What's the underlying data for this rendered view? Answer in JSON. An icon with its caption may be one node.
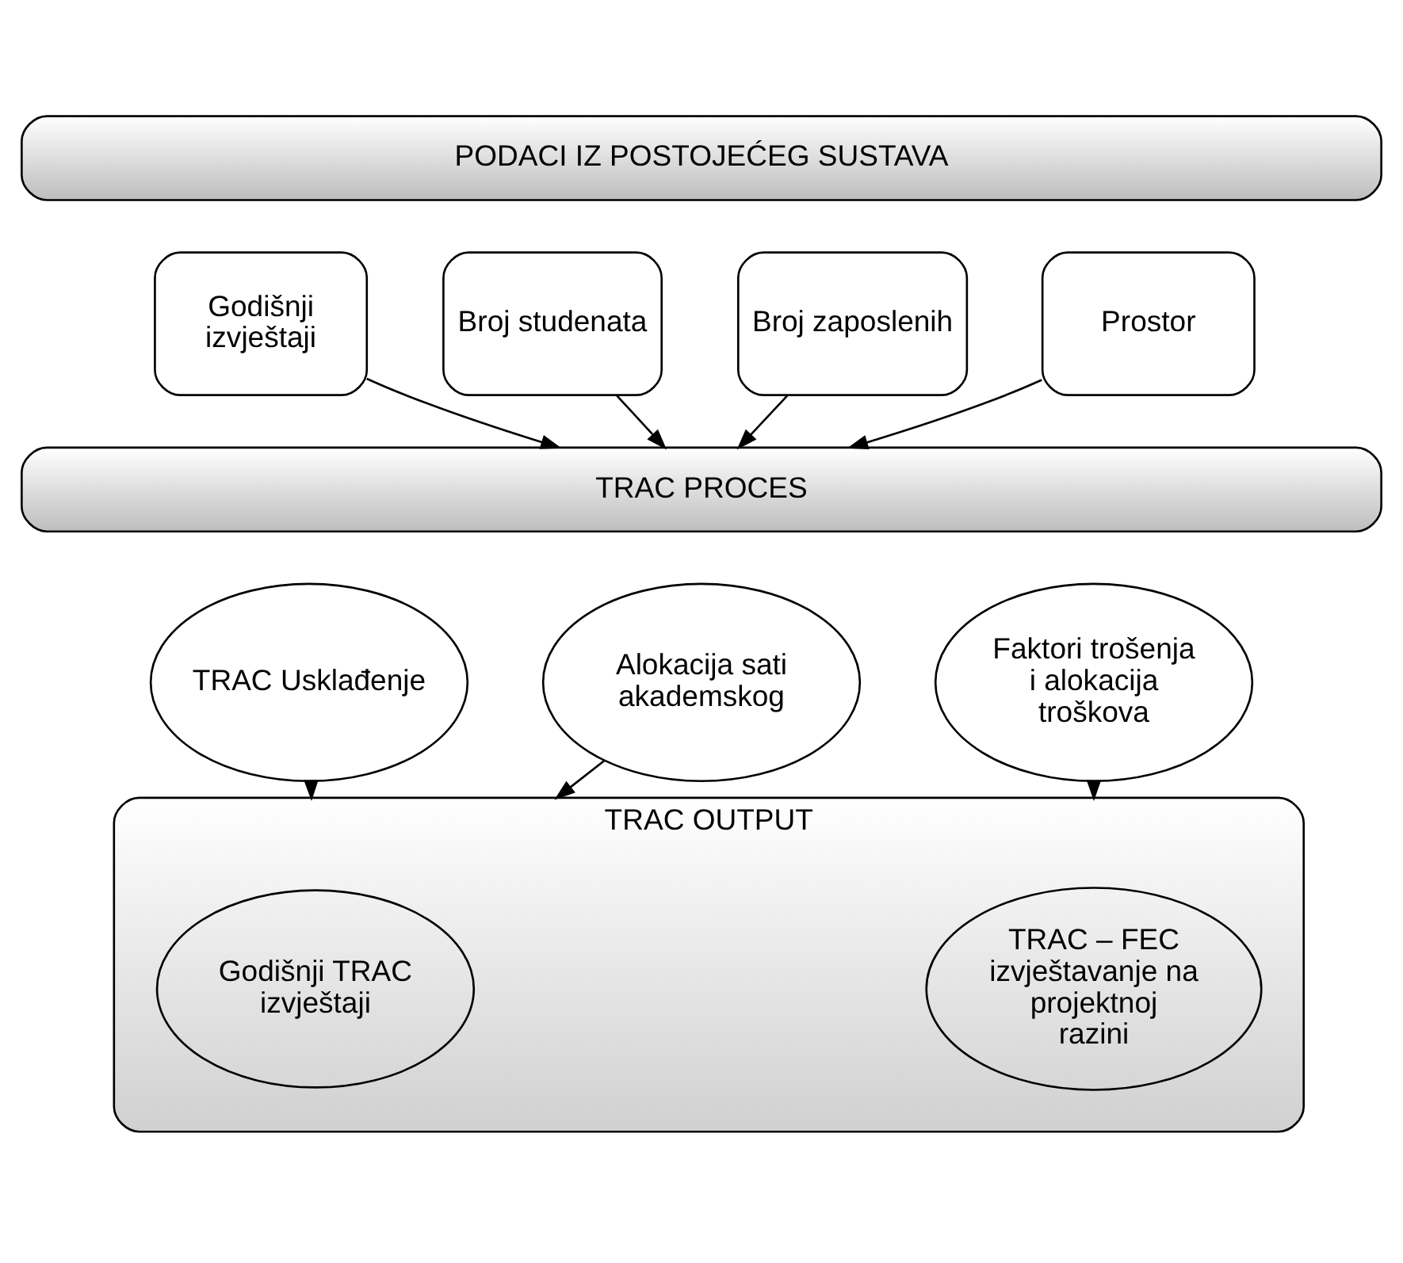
{
  "diagram": {
    "nodes": [
      {
        "text": [
          "PODACI IZ POSTOJEĆEG SUSTAVA"
        ]
      },
      {
        "text": [
          "Godišnji izvještaji"
        ]
      },
      {
        "text": [
          "Broj studenata"
        ]
      },
      {
        "text": [
          "Broj zaposlenih"
        ]
      },
      {
        "text": [
          "Prostor"
        ]
      },
      {
        "text": [
          "TRAC PROCES"
        ]
      },
      {
        "text": [
          "TRAC Usklađenje"
        ]
      },
      {
        "text": [
          "Alokacija sati akademskog"
        ]
      },
      {
        "text": [
          "Faktori trošenja i alokacija troškova"
        ]
      },
      {
        "text": [
          "TRAC OUTPUT"
        ]
      },
      {
        "text": [
          "Godišnji TRAC izvještaji"
        ],
        "in": 9
      },
      {
        "text": [
          "TRAC – FEC izvještavanje na projektnoj razini"
        ],
        "in": 9
      }
    ],
    "edges": [
      {
        "from": 1,
        "to": 5,
        "arrow": "to"
      },
      {
        "from": 2,
        "to": 5,
        "arrow": "to"
      },
      {
        "from": 3,
        "to": 5,
        "arrow": "to"
      },
      {
        "from": 4,
        "to": 5,
        "arrow": "to"
      },
      {
        "from": 6,
        "to": 9,
        "arrow": "to"
      },
      {
        "from": 7,
        "to": 9,
        "arrow": "to"
      },
      {
        "from": 8,
        "to": 9,
        "arrow": "to"
      }
    ]
  }
}
